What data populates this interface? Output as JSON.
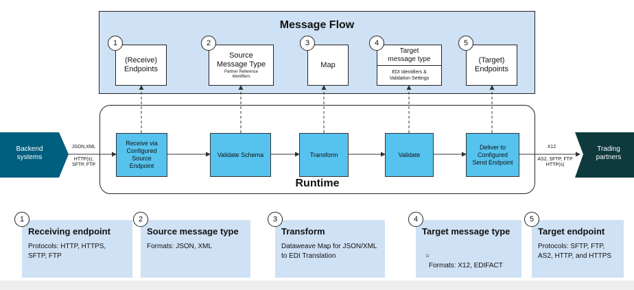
{
  "message_flow": {
    "title": "Message Flow",
    "steps": [
      {
        "number": "1",
        "line1": "(Receive)",
        "line2": "Endpoints"
      },
      {
        "number": "2",
        "line1": "Source",
        "line2": "Message Type",
        "small1": "Partner Reference",
        "small2": "Identifiers"
      },
      {
        "number": "3",
        "line1": "Map"
      },
      {
        "number": "4",
        "top1": "Target",
        "top2": "message type",
        "bottom1": "EDI Identifiers &",
        "bottom2": "Validation Settings"
      },
      {
        "number": "5",
        "line1": "(Target)",
        "line2": "Endpoints"
      }
    ]
  },
  "runtime": {
    "title": "Runtime",
    "steps": [
      {
        "line1": "Receive via",
        "line2": "Configured Source",
        "line3": "Endpoint"
      },
      {
        "line1": "Validate Schema"
      },
      {
        "line1": "Transform"
      },
      {
        "line1": "Validate"
      },
      {
        "line1": "Deliver to",
        "line2": "Configured",
        "line3": "Send Endpoint"
      }
    ]
  },
  "backend": {
    "line1": "Backend",
    "line2": "systems"
  },
  "trading": {
    "line1": "Trading",
    "line2": "partners"
  },
  "connectors": {
    "left_format": "JSON,XML",
    "left_proto1": "HTTP(s),",
    "left_proto2": "SFTP, FTP",
    "right_format": "X12",
    "right_proto1": "AS2, SFTP, FTP",
    "right_proto2": "HTTP(s)"
  },
  "notes": [
    {
      "number": "1",
      "title": "Receiving endpoint",
      "text": "Protocols: HTTP,  HTTPS,\nSFTP, FTP"
    },
    {
      "number": "2",
      "title": "Source message type",
      "text": "Formats: JSON, XML"
    },
    {
      "number": "3",
      "title": "Transform",
      "text": "Dataweave Map for JSON/XML\nto EDI Translation"
    },
    {
      "number": "4",
      "title": "Target message type",
      "bullet": "○",
      "text": "Formats: X12, EDIFACT"
    },
    {
      "number": "5",
      "title": "Target endpoint",
      "text": "Protocols: SFTP, FTP,\nAS2, HTTP, and HTTPS"
    }
  ],
  "colors": {
    "panel_blue": "#cfe1f4",
    "runtime_box": "#56c2ee",
    "backend": "#005e7e",
    "trading": "#0e3a3e"
  }
}
